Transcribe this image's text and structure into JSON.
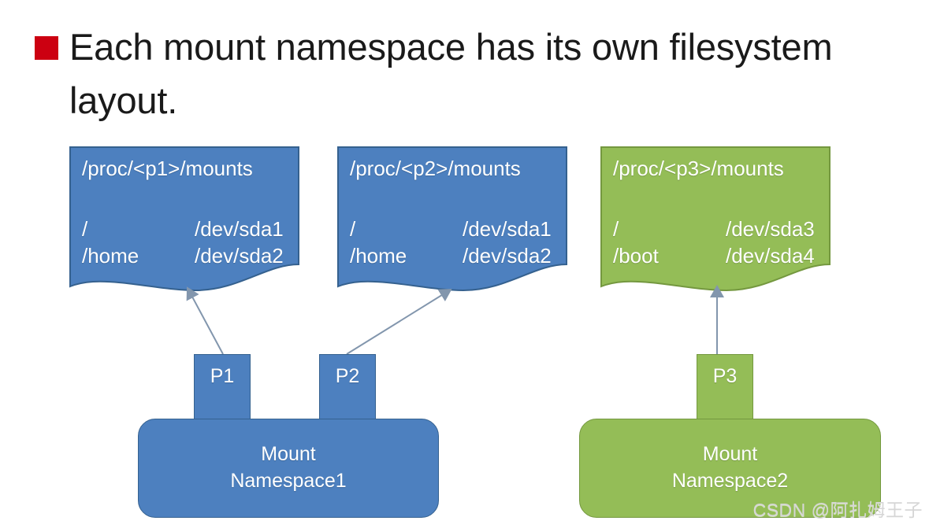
{
  "slide": {
    "bullet_color": "#CC0011",
    "title_line1": "Each mount namespace has its own filesystem",
    "title_line2": "layout."
  },
  "colors": {
    "blue_fill": "#4D80BF",
    "blue_stroke": "#35618F",
    "green_fill": "#94BD57",
    "green_stroke": "#74983F",
    "bullet_red": "#CC0011",
    "text_white": "#FFFFFF",
    "title_black": "#1A1A1A",
    "connector": "#8296AD",
    "watermark": "#D6D6D6"
  },
  "flags": [
    {
      "id": "p1",
      "color": "blue",
      "header": "/proc/<p1>/mounts",
      "rows": [
        {
          "mount_point": "/",
          "device": "/dev/sda1"
        },
        {
          "mount_point": "/home",
          "device": "/dev/sda2"
        }
      ]
    },
    {
      "id": "p2",
      "color": "blue",
      "header": "/proc/<p2>/mounts",
      "rows": [
        {
          "mount_point": "/",
          "device": "/dev/sda1"
        },
        {
          "mount_point": "/home",
          "device": "/dev/sda2"
        }
      ]
    },
    {
      "id": "p3",
      "color": "green",
      "header": "/proc/<p3>/mounts",
      "rows": [
        {
          "mount_point": "/",
          "device": "/dev/sda3"
        },
        {
          "mount_point": "/boot",
          "device": "/dev/sda4"
        }
      ]
    }
  ],
  "namespaces": [
    {
      "id": "ns1",
      "color": "blue",
      "label_line1": "Mount",
      "label_line2": "Namespace1",
      "label": "Mount Namespace1",
      "processes": [
        {
          "id": "p1",
          "label": "P1"
        },
        {
          "id": "p2",
          "label": "P2"
        }
      ]
    },
    {
      "id": "ns2",
      "color": "green",
      "label_line1": "Mount",
      "label_line2": "Namespace2",
      "label": "Mount Namespace2",
      "processes": [
        {
          "id": "p3",
          "label": "P3"
        }
      ]
    }
  ],
  "watermark": {
    "text": "CSDN @阿扎姆王子"
  }
}
